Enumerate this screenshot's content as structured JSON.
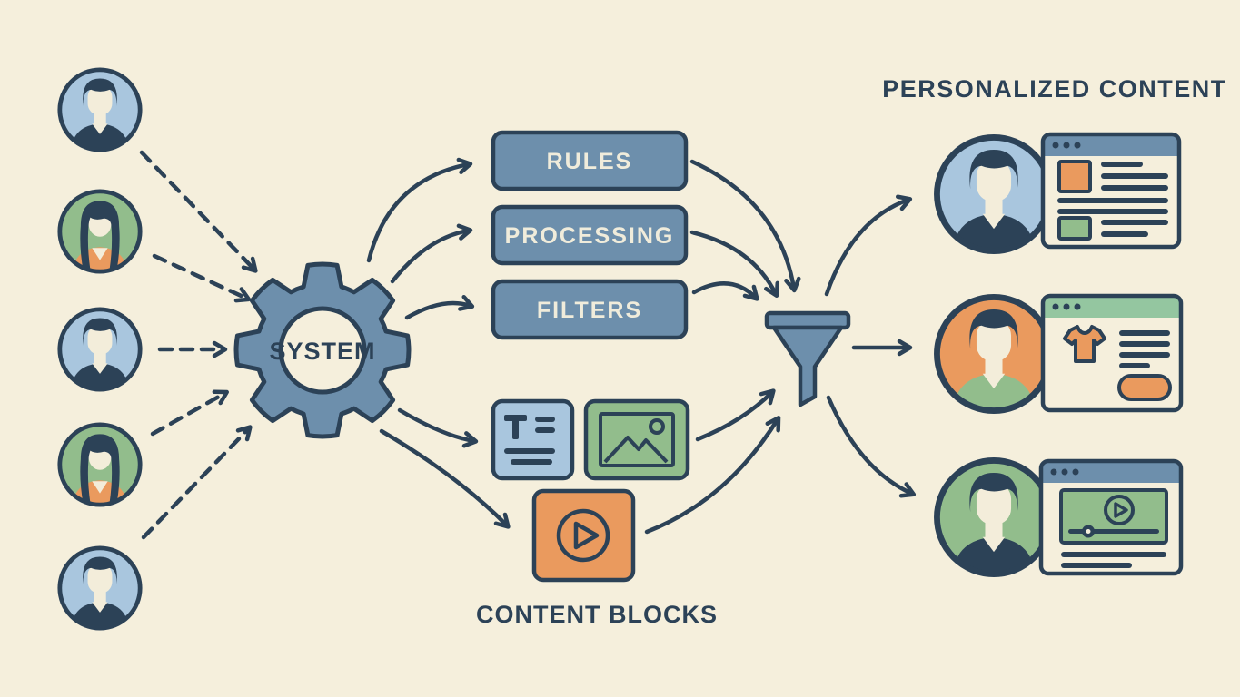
{
  "diagram": {
    "title": "PERSONALIZED CONTENT",
    "system_label": "SYSTEM",
    "content_blocks_label": "CONTENT BLOCKS",
    "pipeline_boxes": [
      "RULES",
      "PROCESSING",
      "FILTERS"
    ]
  },
  "users": [
    {
      "type": "male",
      "avatar_bg": "blue"
    },
    {
      "type": "female",
      "avatar_bg": "green"
    },
    {
      "type": "male",
      "avatar_bg": "blue"
    },
    {
      "type": "female",
      "avatar_bg": "green"
    },
    {
      "type": "male",
      "avatar_bg": "blue"
    }
  ],
  "content_blocks": [
    {
      "icon": "text-block-icon",
      "color": "light_blue"
    },
    {
      "icon": "image-block-icon",
      "color": "green"
    },
    {
      "icon": "video-block-icon",
      "color": "orange"
    }
  ],
  "outputs": [
    {
      "avatar_bg": "blue",
      "shirt": "navy",
      "window": "article-feed-with-image-thumbnails"
    },
    {
      "avatar_bg": "orange",
      "shirt": "green",
      "window": "product-page-tshirt-with-buy-button"
    },
    {
      "avatar_bg": "green",
      "shirt": "navy",
      "window": "video-player-page"
    }
  ],
  "icons": [
    "user-avatar-icon",
    "gear-icon",
    "funnel-icon",
    "text-block-icon",
    "image-block-icon",
    "video-block-icon",
    "browser-window-icon",
    "tshirt-icon",
    "play-icon"
  ],
  "colors": {
    "background": "#f5efdc",
    "navy_outline": "#2c4257",
    "steel_blue": "#6d8fac",
    "light_blue": "#a9c6de",
    "green": "#92bd8c",
    "mint_green": "#94c6a0",
    "orange": "#ea9a5e",
    "cream_text": "#f0ecdb"
  }
}
